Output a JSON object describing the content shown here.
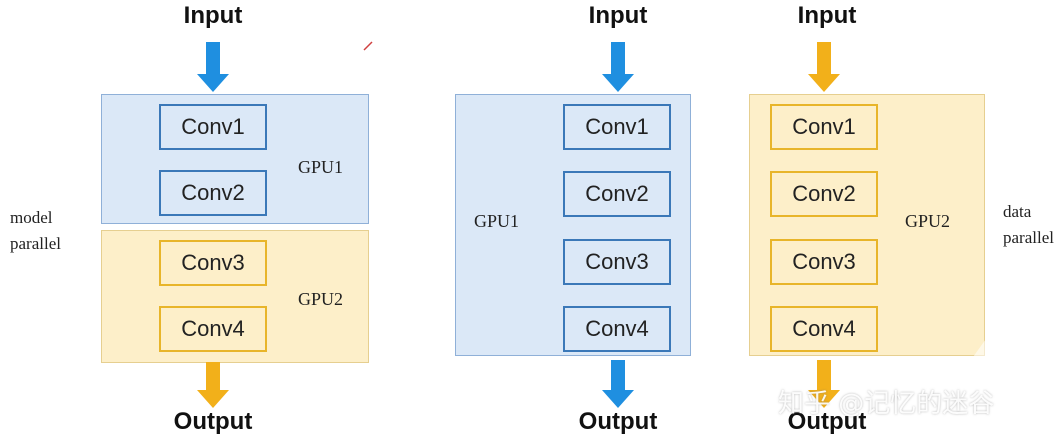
{
  "colors": {
    "blue_arrow": "#1f8fe0",
    "yellow_arrow": "#f2b01a",
    "blue_box": "#dbe8f7",
    "yellow_box": "#fdefc9",
    "blue_conv_border": "#3b78b8",
    "yellow_conv_border": "#e8b52a"
  },
  "model_parallel": {
    "label_line1": "model",
    "label_line2": "parallel",
    "input": "Input",
    "output": "Output",
    "gpu_top": "GPU1",
    "gpu_bottom": "GPU2",
    "conv1": "Conv1",
    "conv2": "Conv2",
    "conv3": "Conv3",
    "conv4": "Conv4"
  },
  "data_parallel_gpu1": {
    "input": "Input",
    "output": "Output",
    "gpu": "GPU1",
    "conv1": "Conv1",
    "conv2": "Conv2",
    "conv3": "Conv3",
    "conv4": "Conv4"
  },
  "data_parallel_gpu2": {
    "label_line1": "data",
    "label_line2": "parallel",
    "input": "Input",
    "output": "Output",
    "gpu": "GPU2",
    "conv1": "Conv1",
    "conv2": "Conv2",
    "conv3": "Conv3",
    "conv4": "Conv4"
  },
  "watermark": "知乎 @记忆的迷谷"
}
